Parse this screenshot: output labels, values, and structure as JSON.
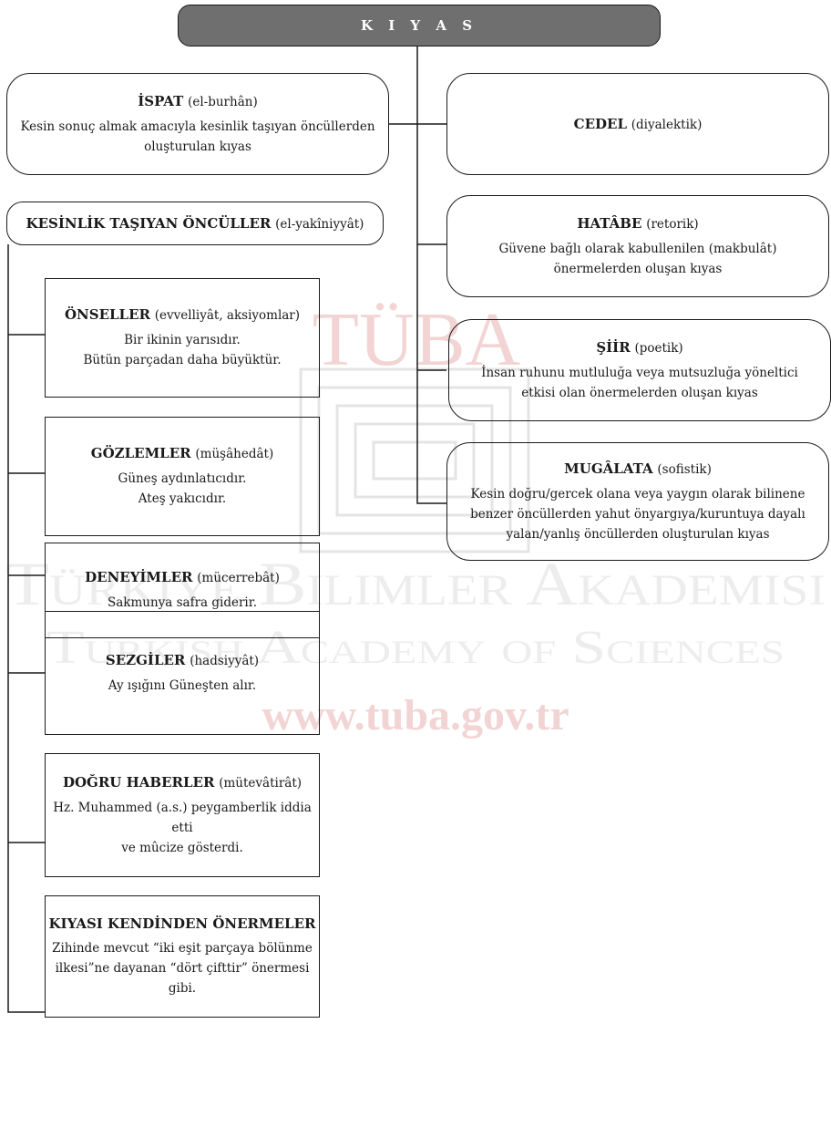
{
  "root": "K I Y A S",
  "ispat": {
    "title": "İSPAT",
    "sub": "(el-burhân)",
    "desc": "Kesin sonuç almak amacıyla kesinlik taşıyan öncüllerden oluşturulan kıyas"
  },
  "cedel": {
    "title": "CEDEL",
    "sub": "(diyalektik)"
  },
  "kesinlik": {
    "title": "KESİNLİK TAŞIYAN ÖNCÜLLER",
    "sub": "(el-yakîniyyât)"
  },
  "hatabe": {
    "title": "HATÂBE",
    "sub": "(retorik)",
    "desc": [
      "Güvene bağlı olarak kabullenilen (makbulât)",
      "önermelerden oluşan kıyas"
    ]
  },
  "siir": {
    "title": "ŞİİR",
    "sub": "(poetik)",
    "desc": [
      "İnsan ruhunu mutluluğa veya mutsuzluğa yöneltici",
      "etkisi olan önermelerden oluşan kıyas"
    ]
  },
  "mugalata": {
    "title": "MUGÂLATA",
    "sub": "(sofistik)",
    "desc": [
      "Kesin doğru/gercek olana veya yaygın olarak bilinene",
      "benzer öncüllerden yahut önyargıya/kuruntuya dayalı",
      "yalan/yanlış öncüllerden oluşturulan kıyas"
    ]
  },
  "onseller": {
    "title": "ÖNSELLER",
    "sub": "(evvelliyât, aksiyomlar)",
    "desc": [
      "Bir ikinin yarısıdır.",
      "Bütün parçadan daha büyüktür."
    ]
  },
  "gozlemler": {
    "title": "GÖZLEMLER",
    "sub": "(müşâhedât)",
    "desc": [
      "Güneş aydınlatıcıdır.",
      "Ateş yakıcıdır."
    ]
  },
  "deneyimler": {
    "title": "DENEYİMLER",
    "sub": "(mücerrebât)",
    "desc": [
      "Sakmunya safra giderir."
    ]
  },
  "sezgiler": {
    "title": "SEZGİLER",
    "sub": "(hadsiyyât)",
    "desc": [
      "Ay ışığını Güneşten alır."
    ]
  },
  "dogru": {
    "title": "DOĞRU HABERLER",
    "sub": "(mütevâtirât)",
    "desc": [
      "Hz. Muhammed (a.s.) peygamberlik iddia etti",
      "ve mûcize gösterdi."
    ]
  },
  "kendinden": {
    "title": "KIYASI KENDİNDEN ÖNERMELER",
    "desc": [
      "Zihinde mevcut “iki eşit parçaya bölünme",
      "ilkesi”ne dayanan “dört çifttir” önermesi gibi."
    ]
  },
  "watermark": {
    "logo": "TÜBA",
    "line1": "Türkiye Bilimler Akademisi",
    "line2": "Turkish Academy of Sciences",
    "url": "www.tuba.gov.tr"
  }
}
